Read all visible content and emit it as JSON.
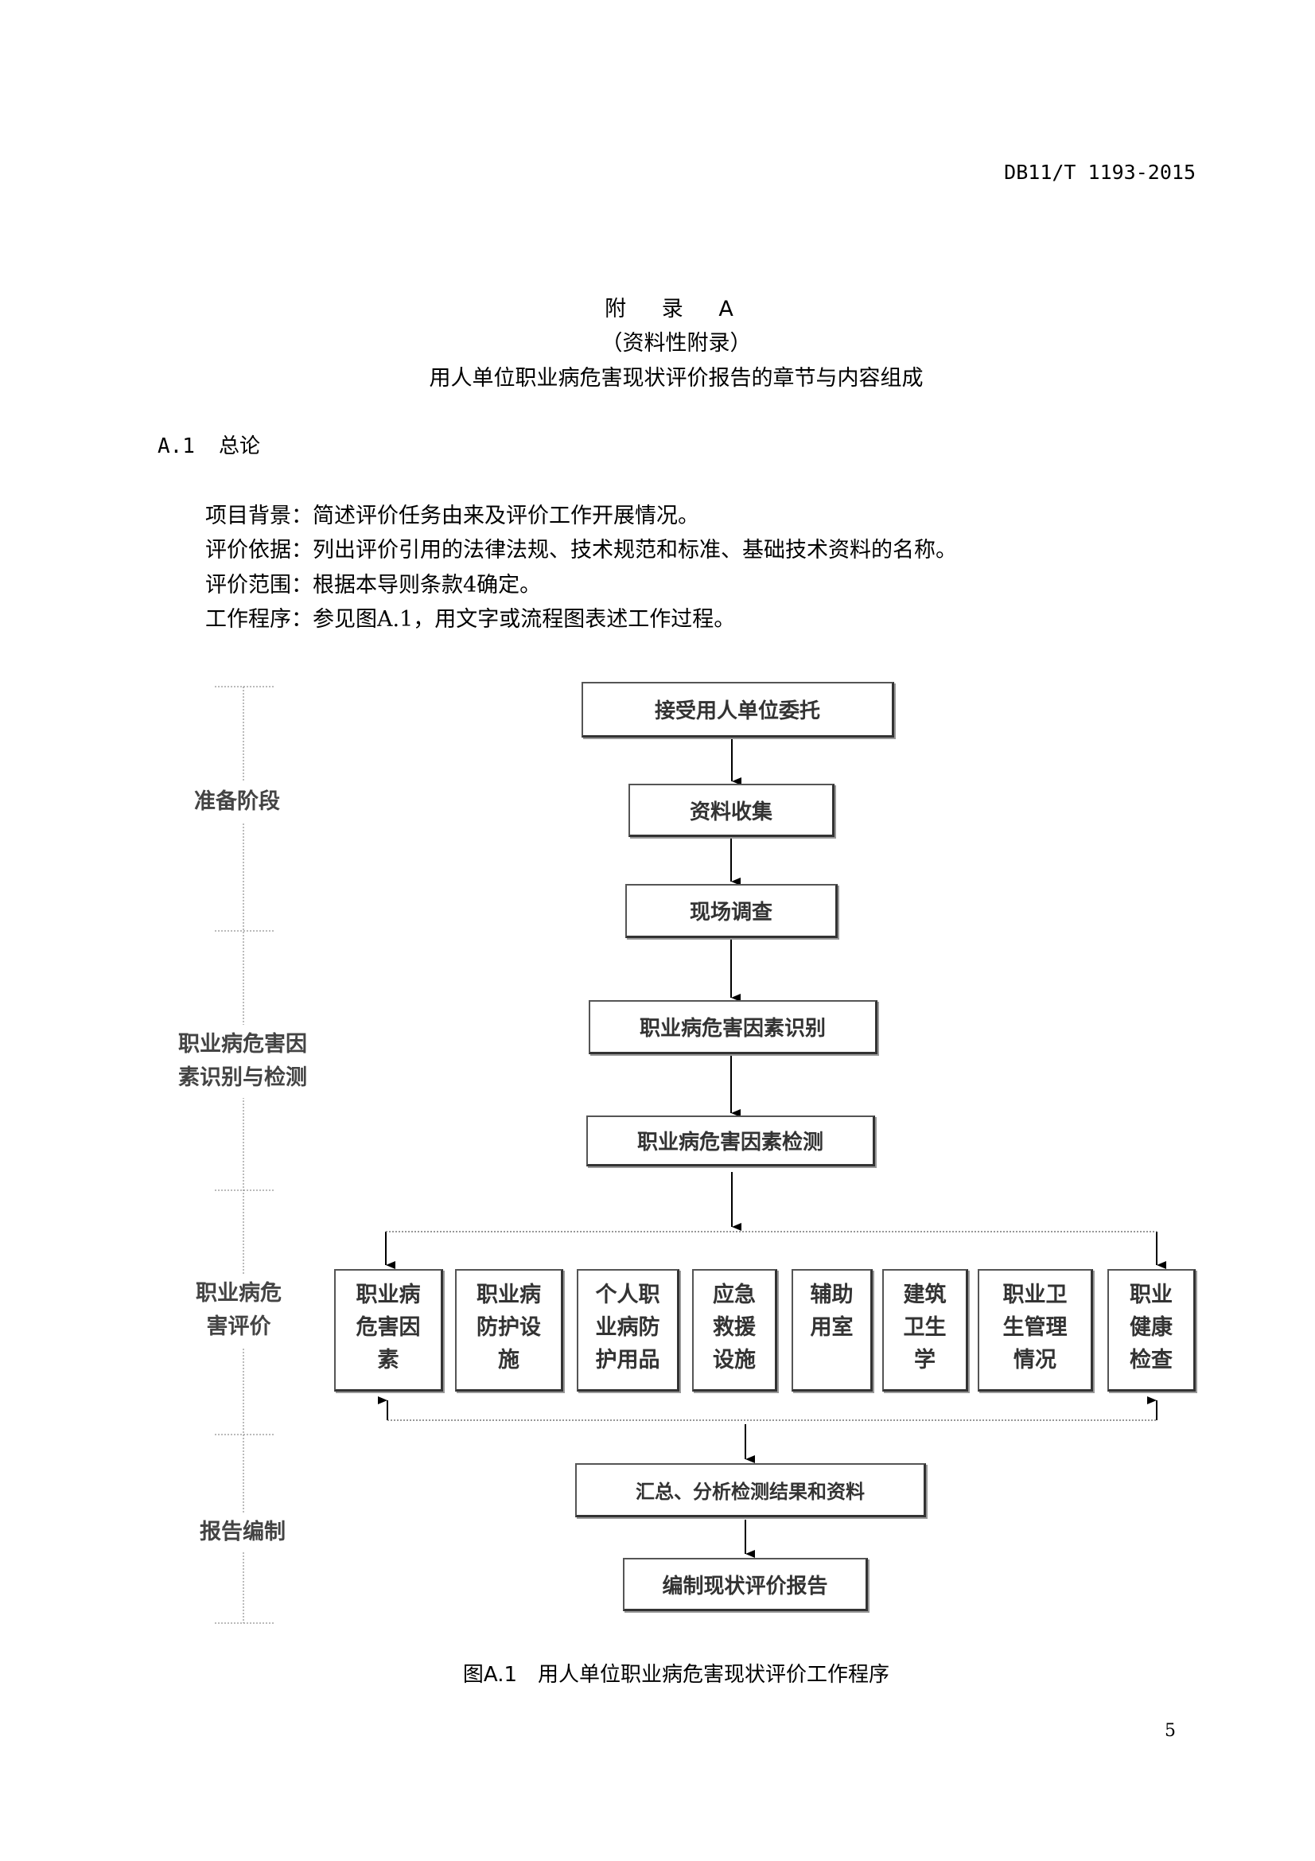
{
  "header": {
    "standard_code": "DB11/T 1193-2015"
  },
  "appendix": {
    "label": "附 录 A",
    "type": "（资料性附录）",
    "title": "用人单位职业病危害现状评价报告的章节与内容组成"
  },
  "section": {
    "number": "A.1",
    "title": "总论"
  },
  "paragraphs": [
    "项目背景：简述评价任务由来及评价工作开展情况。",
    "评价依据：列出评价引用的法律法规、技术规范和标准、基础技术资料的名称。",
    "评价范围：根据本导则条款4确定。",
    "工作程序：参见图A.1，用文字或流程图表述工作过程。"
  ],
  "flowchart": {
    "stages": [
      {
        "lines": [
          "准备阶段"
        ]
      },
      {
        "lines": [
          "职业病危害因",
          "素识别与检测"
        ]
      },
      {
        "lines": [
          "职业病危",
          "害评价"
        ]
      },
      {
        "lines": [
          "报告编制"
        ]
      }
    ],
    "steps": [
      "接受用人单位委托",
      "资料收集",
      "现场调查",
      "职业病危害因素识别",
      "职业病危害因素检测"
    ],
    "evaluation_items": [
      {
        "lines": [
          "职业病",
          "危害因",
          "素"
        ]
      },
      {
        "lines": [
          "职业病",
          "防护设",
          "施"
        ]
      },
      {
        "lines": [
          "个人职",
          "业病防",
          "护用品"
        ]
      },
      {
        "lines": [
          "应急",
          "救援",
          "设施"
        ]
      },
      {
        "lines": [
          "辅助",
          "用室"
        ]
      },
      {
        "lines": [
          "建筑",
          "卫生",
          "学"
        ]
      },
      {
        "lines": [
          "职业卫",
          "生管理",
          "情况"
        ]
      },
      {
        "lines": [
          "职业",
          "健康",
          "检查"
        ]
      }
    ],
    "final_steps": [
      "汇总、分析检测结果和资料",
      "编制现状评价报告"
    ]
  },
  "caption": "图A.1　用人单位职业病危害现状评价工作程序",
  "page_number": "5"
}
